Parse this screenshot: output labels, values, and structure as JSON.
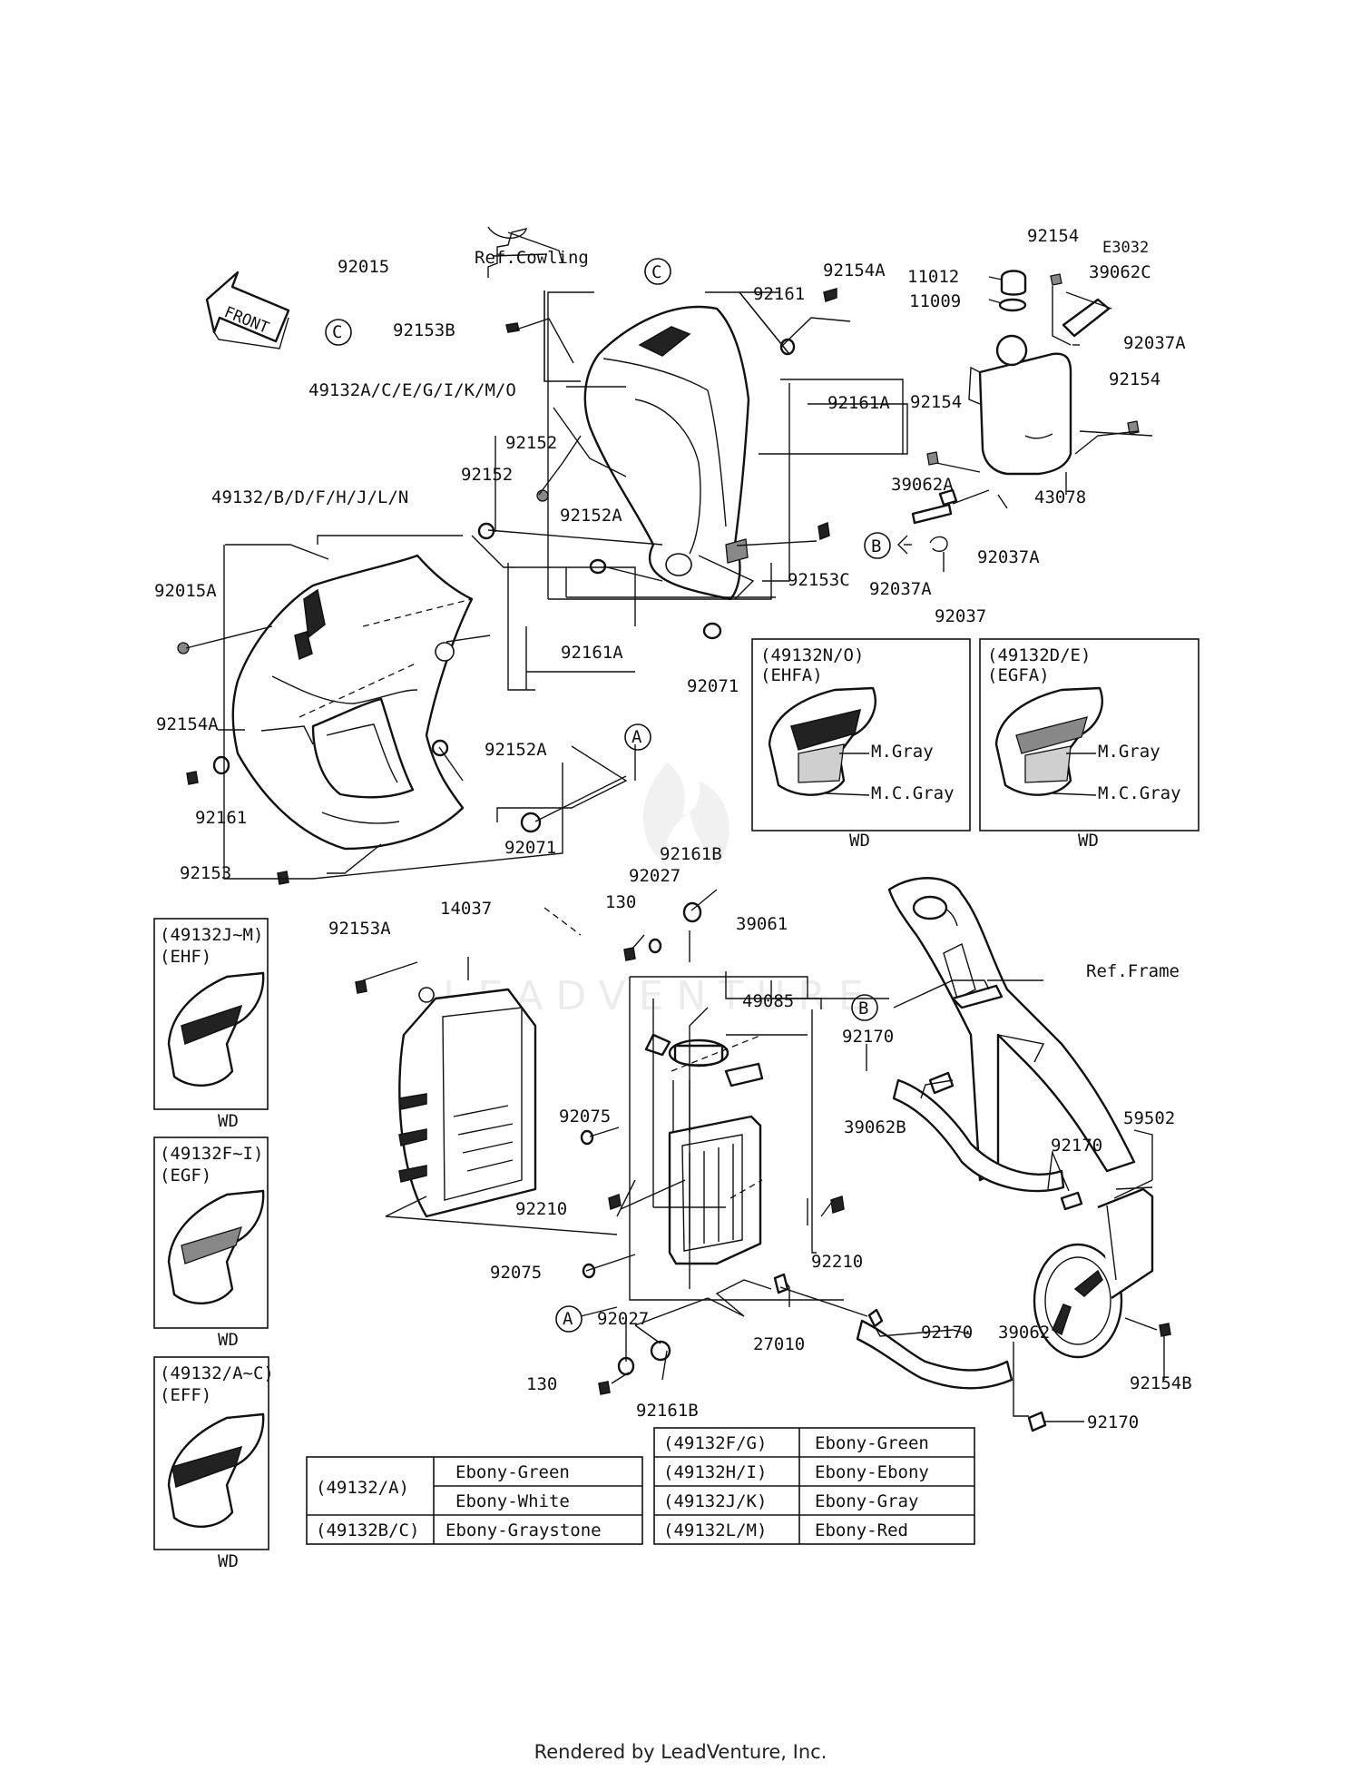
{
  "part_labels": {
    "p92015": "92015",
    "ref_cowling": "Ref.Cowling",
    "p92153B": "92153B",
    "c_top": "C",
    "c_left": "C",
    "p92154A_top": "92154A",
    "p92161_top": "92161",
    "p92161A_top": "92161A",
    "g49132_right": "49132A/C/E/G/I/K/M/O",
    "p92152_a": "92152",
    "p92152_b": "92152",
    "p92152A_top": "92152A",
    "p92153C": "92153C",
    "p92071_top": "92071",
    "g49132_left": "49132/B/D/F/H/J/L/N",
    "p92015A": "92015A",
    "p92161A_mid": "92161A",
    "p92152A_mid": "92152A",
    "a_mid": "A",
    "p92154A_left": "92154A",
    "p92161_left": "92161",
    "p92153": "92153",
    "p92071_mid": "92071",
    "p92154_a": "92154",
    "e3032": "E3032",
    "p11012": "11012",
    "p11009": "11009",
    "p39062C": "39062C",
    "p92037A_a": "92037A",
    "p92154_b": "92154",
    "p92154_c": "92154",
    "p39062A": "39062A",
    "p43078": "43078",
    "b_tank": "B",
    "p92037A_b": "92037A",
    "p92037A_c": "92037A",
    "p92037": "92037",
    "p92153A": "92153A",
    "p14037": "14037",
    "p130_top": "130",
    "p92027_top": "92027",
    "p92161B_top": "92161B",
    "p39061": "39061",
    "p49085": "49085",
    "b_rad": "B",
    "p92170_a": "92170",
    "ref_frame": "Ref.Frame",
    "p92075_a": "92075",
    "p39062B": "39062B",
    "p92210_a": "92210",
    "p92170_b": "92170",
    "p59502": "59502",
    "p92075_b": "92075",
    "p92210_b": "92210",
    "a_bottom": "A",
    "p92027_bottom": "92027",
    "p27010": "27010",
    "p92170_c": "92170",
    "p39062": "39062",
    "p130_bottom": "130",
    "p92161B_bottom": "92161B",
    "p92154B": "92154B",
    "p92170_d": "92170",
    "front": "FRONT"
  },
  "variant_boxes": [
    {
      "code": "(49132N/O)",
      "model": "(EHFA)",
      "colors": [
        "M.Gray",
        "M.C.Gray"
      ],
      "caption": "WD"
    },
    {
      "code": "(49132D/E)",
      "model": "(EGFA)",
      "colors": [
        "M.Gray",
        "M.C.Gray"
      ],
      "caption": "WD"
    },
    {
      "code": "(49132J~M)",
      "model": "(EHF)",
      "caption": "WD"
    },
    {
      "code": "(49132F~I)",
      "model": "(EGF)",
      "caption": "WD"
    },
    {
      "code": "(49132/A~C)",
      "model": "(EFF)",
      "caption": "WD"
    }
  ],
  "color_table_left": [
    {
      "part": "(49132/A)",
      "colors": [
        "Ebony-Green",
        "Ebony-White"
      ]
    },
    {
      "part": "(49132B/C)",
      "colors": [
        "Ebony-Graystone"
      ]
    }
  ],
  "color_table_right": [
    {
      "part": "(49132F/G)",
      "color": "Ebony-Green"
    },
    {
      "part": "(49132H/I)",
      "color": "Ebony-Ebony"
    },
    {
      "part": "(49132J/K)",
      "color": "Ebony-Gray"
    },
    {
      "part": "(49132L/M)",
      "color": "Ebony-Red"
    }
  ],
  "watermark": "LEADVENTURE",
  "footer": "Rendered by LeadVenture, Inc."
}
